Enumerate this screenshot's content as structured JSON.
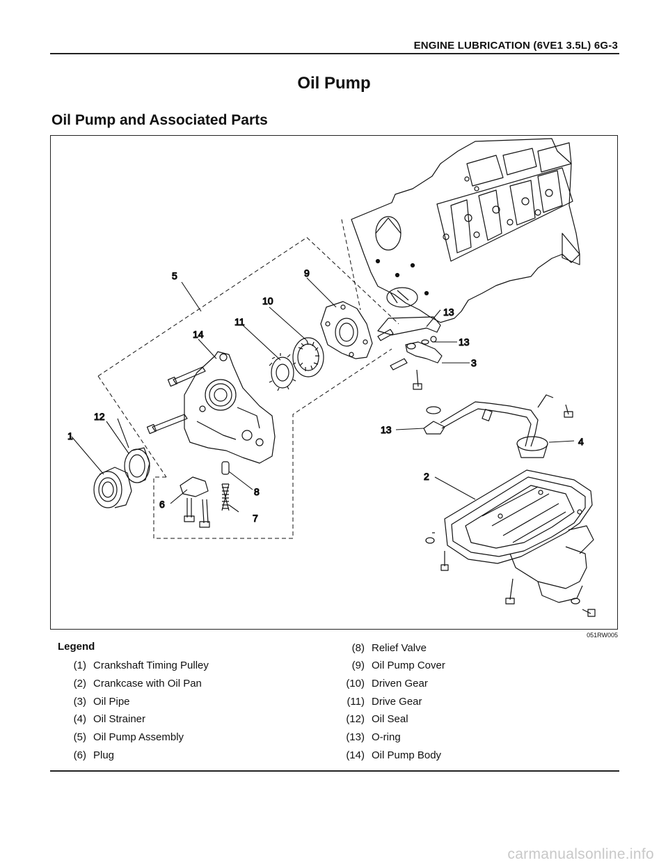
{
  "header": {
    "title": "ENGINE LUBRICATION (6VE1 3.5L)  6G-3"
  },
  "section_title": "Oil Pump",
  "subsection_title": "Oil Pump and Associated Parts",
  "figure": {
    "code": "051RW005",
    "callouts": [
      "1",
      "2",
      "3",
      "4",
      "5",
      "6",
      "7",
      "8",
      "9",
      "10",
      "11",
      "12",
      "13",
      "13",
      "13",
      "14"
    ]
  },
  "legend": {
    "heading": "Legend",
    "left": [
      {
        "num": "(1)",
        "label": "Crankshaft Timing Pulley"
      },
      {
        "num": "(2)",
        "label": "Crankcase with Oil Pan"
      },
      {
        "num": "(3)",
        "label": "Oil Pipe"
      },
      {
        "num": "(4)",
        "label": "Oil Strainer"
      },
      {
        "num": "(5)",
        "label": "Oil Pump Assembly"
      },
      {
        "num": "(6)",
        "label": "Plug"
      }
    ],
    "right": [
      {
        "num": "(8)",
        "label": "Relief Valve"
      },
      {
        "num": "(9)",
        "label": "Oil Pump Cover"
      },
      {
        "num": "(10)",
        "label": "Driven Gear"
      },
      {
        "num": "(11)",
        "label": "Drive Gear"
      },
      {
        "num": "(12)",
        "label": "Oil Seal"
      },
      {
        "num": "(13)",
        "label": "O-ring"
      },
      {
        "num": "(14)",
        "label": "Oil Pump Body"
      }
    ]
  },
  "watermark": "carmanualsonline.info"
}
